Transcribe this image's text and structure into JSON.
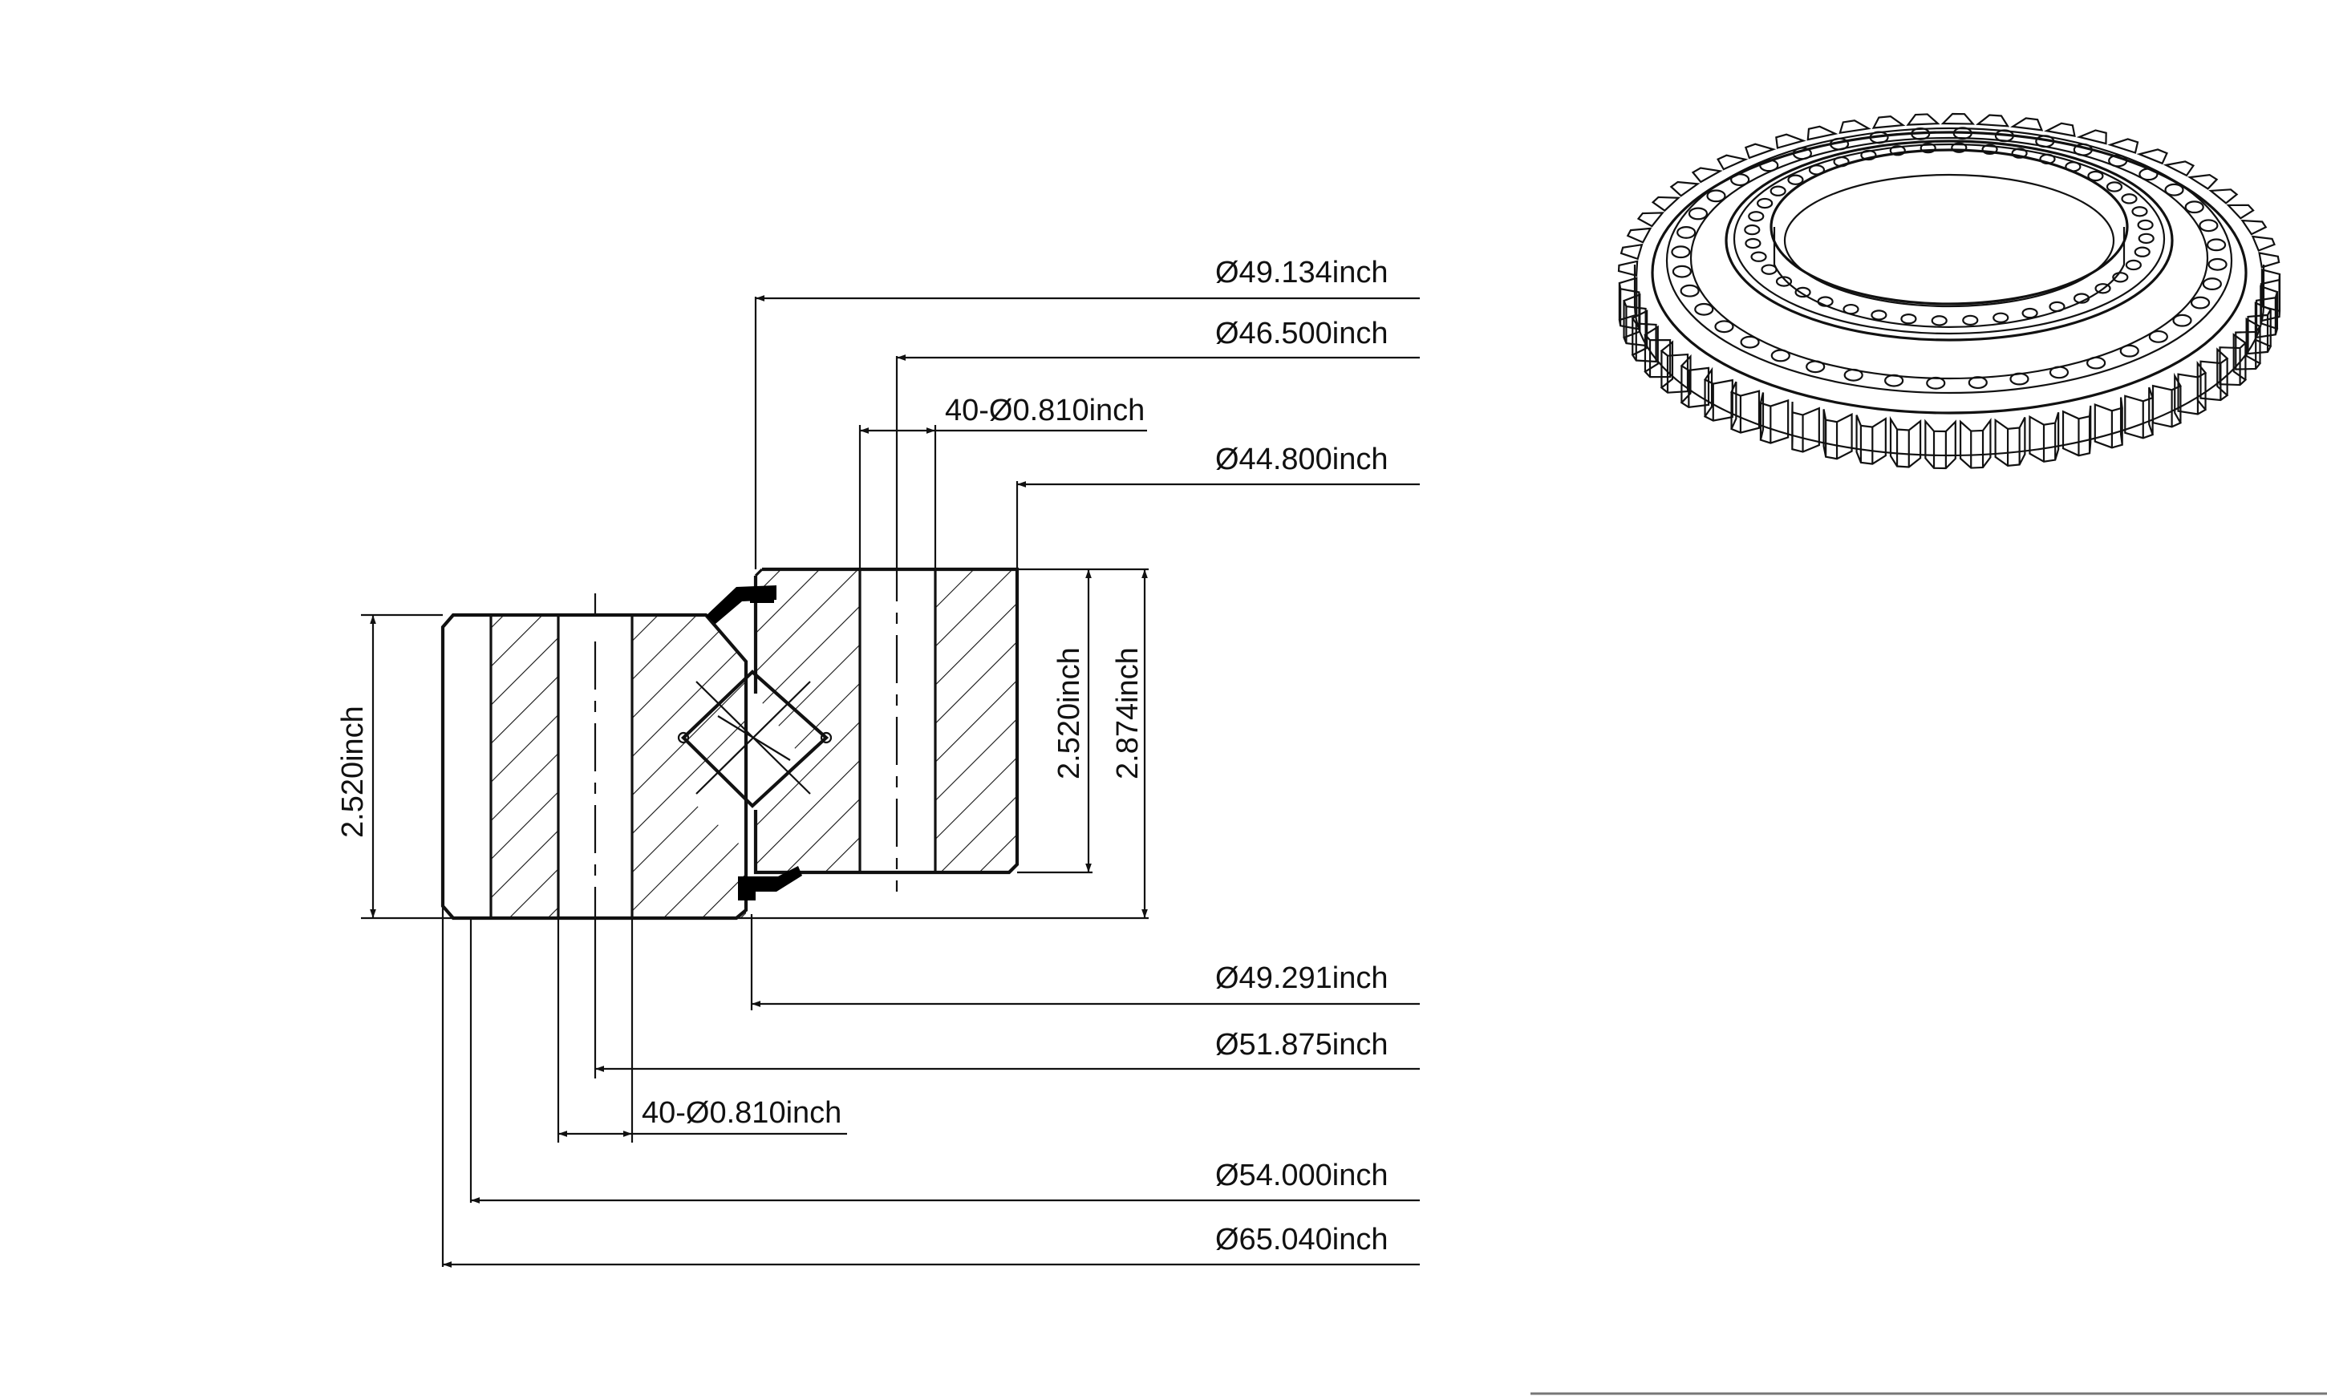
{
  "dimensions": {
    "d1": "Ø49.134inch",
    "d2": "Ø46.500inch",
    "holes_top": "40-Ø0.810inch",
    "d3": "Ø44.800inch",
    "h_left": "2.520inch",
    "h_mid": "2.520inch",
    "h_total": "2.874inch",
    "d4": "Ø49.291inch",
    "d5": "Ø51.875inch",
    "holes_bottom": "40-Ø0.810inch",
    "d6": "Ø54.000inch",
    "d7": "Ø65.040inch"
  },
  "render": {
    "teeth": 56,
    "bolt_holes_outer": 40,
    "bolt_holes_inner": 40
  },
  "colors": {
    "line": "#111111",
    "seal": "#000000",
    "background": "#ffffff"
  }
}
